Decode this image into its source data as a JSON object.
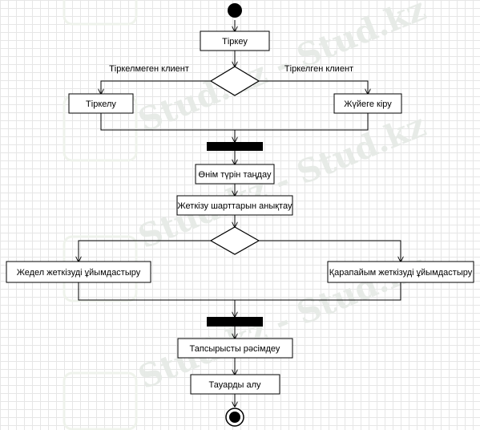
{
  "watermark": "Stud.kz - Stud.kz",
  "nodes": {
    "register": "Тіркеу",
    "signup": "Тіркелу",
    "login": "Жүйеге кіру",
    "choose_product": "Өнім түрін таңдау",
    "delivery_terms": "Жеткізу шарттарын анықтау",
    "express_delivery": "Жедел жеткізуді ұйымдастыру",
    "simple_delivery": "Қарапайым жеткізуді ұйымдастыру",
    "place_order": "Тапсырысты рәсімдеу",
    "receive_goods": "Тауарды алу"
  },
  "guards": {
    "unregistered": "Тіркелмеген клиент",
    "registered": "Тіркелген клиент"
  }
}
